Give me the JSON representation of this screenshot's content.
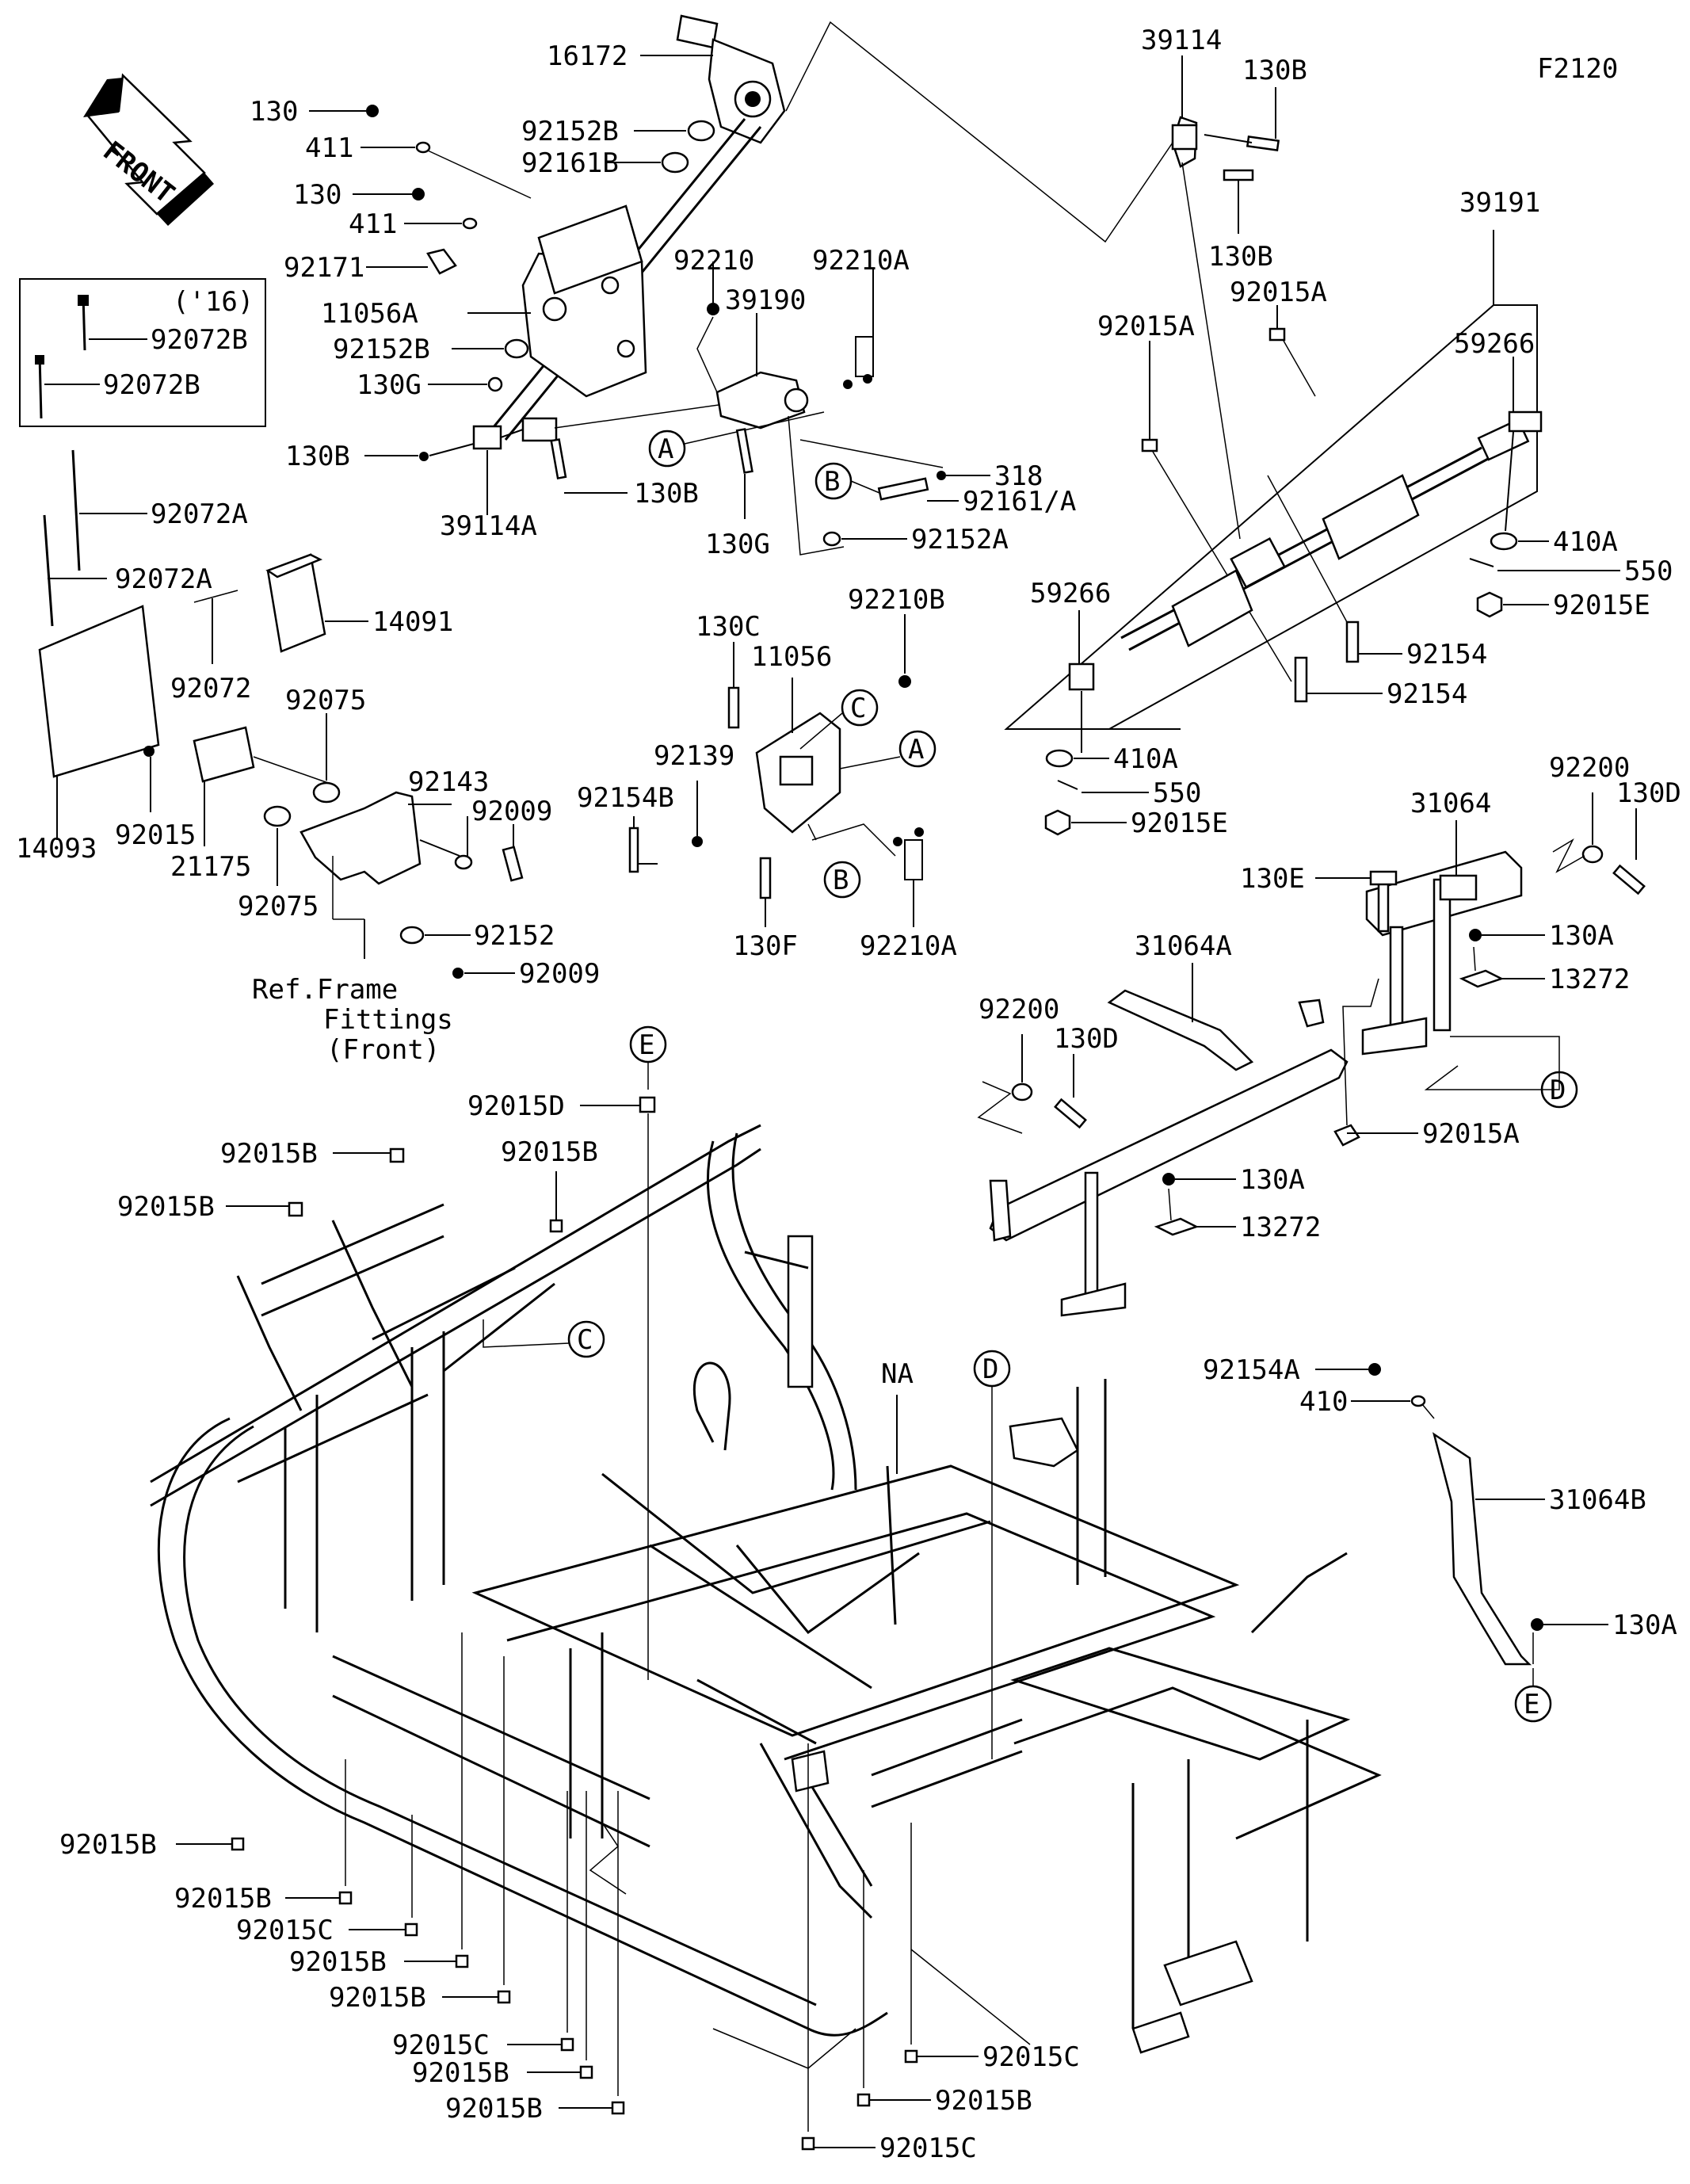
{
  "diagram_code": "F2120",
  "front_arrow": "FRONT",
  "year_note": "('16)",
  "ref_note": [
    "Ref.Frame",
    "Fittings",
    "(Front)"
  ],
  "callouts": {
    "A": "A",
    "B": "B",
    "C": "C",
    "D": "D",
    "E": "E"
  },
  "parts": {
    "p16172": "16172",
    "p130_1": "130",
    "p411_1": "411",
    "p92152B_1": "92152B",
    "p92161B": "92161B",
    "p130_2": "130",
    "p411_2": "411",
    "p92171": "92171",
    "p11056A": "11056A",
    "p92152B_2": "92152B",
    "p130G_1": "130G",
    "p130B_1": "130B",
    "p39114A": "39114A",
    "p130B_2": "130B",
    "p92210": "92210",
    "p39190": "39190",
    "p92210A_1": "92210A",
    "p318": "318",
    "p92161A": "92161/A",
    "p92152A": "92152A",
    "p130G_2": "130G",
    "p39114": "39114",
    "p130B_3": "130B",
    "p130B_4": "130B",
    "p39191": "39191",
    "p92015A_1": "92015A",
    "p92015A_2": "92015A",
    "p59266_1": "59266",
    "p410A_1": "410A",
    "p550_1": "550",
    "p92015E_1": "92015E",
    "p59266_2": "59266",
    "p92154_1": "92154",
    "p92154_2": "92154",
    "p410A_2": "410A",
    "p550_2": "550",
    "p92015E_2": "92015E",
    "p92072B_1": "92072B",
    "p92072B_2": "92072B",
    "p92072A_1": "92072A",
    "p92072A_2": "92072A",
    "p14091": "14091",
    "p92072": "92072",
    "p92075_1": "92075",
    "p14093": "14093",
    "p92015": "92015",
    "p21175": "21175",
    "p92075_2": "92075",
    "p92143": "92143",
    "p92009_1": "92009",
    "p92152": "92152",
    "p92009_2": "92009",
    "p130C": "130C",
    "p11056": "11056",
    "p92210B": "92210B",
    "p92139": "92139",
    "p92154B": "92154B",
    "p130F": "130F",
    "p92210A_2": "92210A",
    "p31064": "31064",
    "p92200_1": "92200",
    "p130D_1": "130D",
    "p130E": "130E",
    "p130A_1": "130A",
    "p13272_1": "13272",
    "p31064A": "31064A",
    "p92200_2": "92200",
    "p130D_2": "130D",
    "p92015A_3": "92015A",
    "p130A_2": "130A",
    "p13272_2": "13272",
    "p92015D": "92015D",
    "p92015B_1": "92015B",
    "p92015B_2": "92015B",
    "p92015B_3": "92015B",
    "pNA": "NA",
    "p92154A": "92154A",
    "p410": "410",
    "p31064B": "31064B",
    "p130A_3": "130A",
    "p92015B_4": "92015B",
    "p92015B_5": "92015B",
    "p92015C_1": "92015C",
    "p92015B_6": "92015B",
    "p92015B_7": "92015B",
    "p92015C_2": "92015C",
    "p92015B_8": "92015B",
    "p92015B_9": "92015B",
    "p92015C_3": "92015C",
    "p92015B_10": "92015B",
    "p92015C_4": "92015C"
  }
}
